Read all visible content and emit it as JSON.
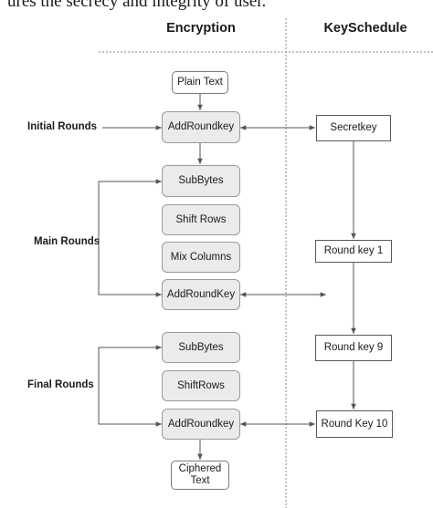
{
  "caption_fragment": "ures the secrecy and integrity of user.",
  "columns": {
    "encryption": "Encryption",
    "key_schedule": "KeySchedule"
  },
  "stage_labels": {
    "initial": "Initial Rounds",
    "main": "Main Rounds",
    "final": "Final Rounds"
  },
  "encryption_steps": {
    "plain_text": "Plain Text",
    "add_round_key_1": "AddRoundkey",
    "sub_bytes_1": "SubBytes",
    "shift_rows_1": "Shift Rows",
    "mix_columns": "Mix Columns",
    "add_round_key_2": "AddRoundKey",
    "sub_bytes_2": "SubBytes",
    "shift_rows_2": "ShiftRows",
    "add_round_key_3": "AddRoundkey",
    "ciphered_text": "Ciphered Text"
  },
  "key_schedule": {
    "secret_key": "Secretkey",
    "round_key_1": "Round key 1",
    "round_key_9": "Round key 9",
    "round_key_10": "Round Key 10"
  },
  "colors": {
    "step_fill": "#ebebeb",
    "line": "#555555",
    "divider": "#888888"
  }
}
